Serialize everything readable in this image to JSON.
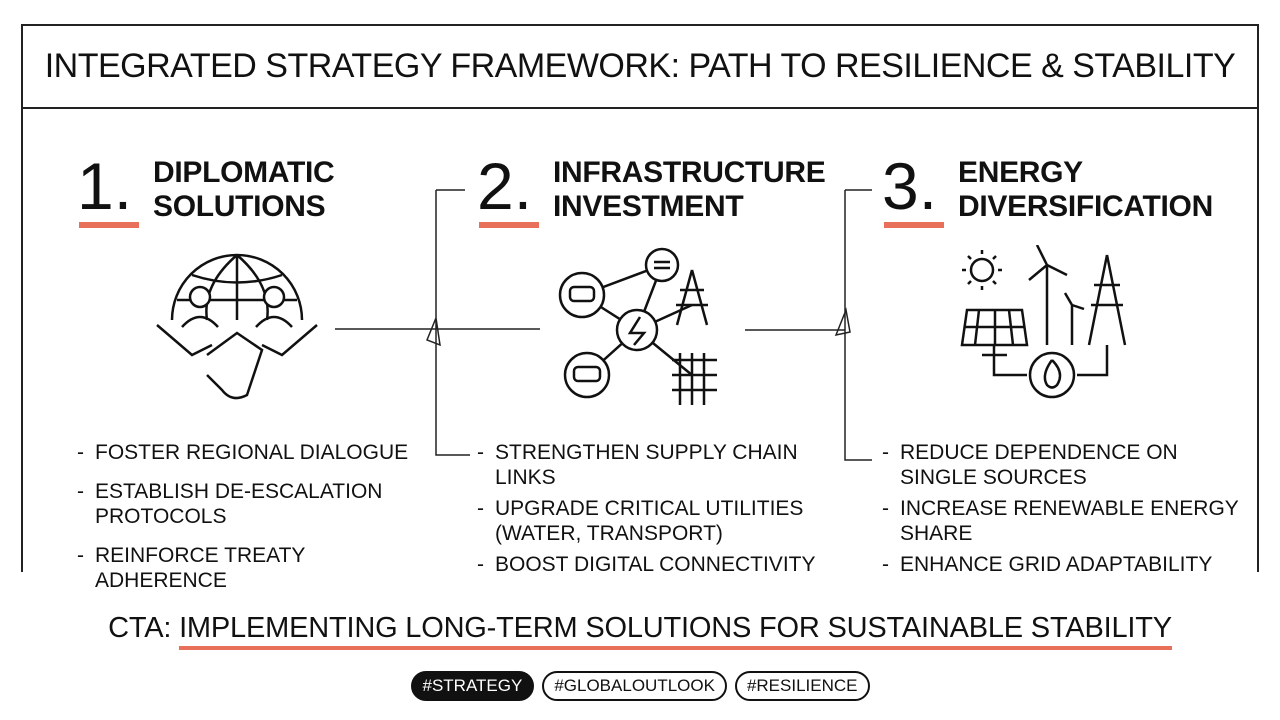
{
  "title": "INTEGRATED STRATEGY FRAMEWORK: PATH TO RESILIENCE & STABILITY",
  "accent_color": "#e8705a",
  "columns": [
    {
      "number": "1.",
      "title_line1": "DIPLOMATIC",
      "title_line2": "SOLUTIONS",
      "icon": "globe-handshake-icon",
      "items": [
        "FOSTER REGIONAL DIALOGUE",
        "ESTABLISH DE-ESCALATION PROTOCOLS",
        "REINFORCE TREATY ADHERENCE"
      ]
    },
    {
      "number": "2.",
      "title_line1": "INFRASTRUCTURE",
      "title_line2": "INVESTMENT",
      "icon": "infrastructure-network-icon",
      "items": [
        "STRENGTHEN SUPPLY CHAIN LINKS",
        "UPGRADE CRITICAL UTILITIES (WATER, TRANSPORT)",
        "BOOST DIGITAL CONNECTIVITY"
      ]
    },
    {
      "number": "3.",
      "title_line1": "ENERGY",
      "title_line2": "DIVERSIFICATION",
      "icon": "energy-mix-icon",
      "items": [
        "REDUCE DEPENDENCE ON SINGLE SOURCES",
        "INCREASE RENEWABLE ENERGY SHARE",
        "ENHANCE GRID ADAPTABILITY"
      ]
    }
  ],
  "cta": {
    "prefix": "CTA: ",
    "text": "IMPLEMENTING LONG-TERM SOLUTIONS FOR SUSTAINABLE STABILITY"
  },
  "tags": [
    "#STRATEGY",
    "#GLOBALOUTLOOK",
    "#RESILIENCE"
  ]
}
